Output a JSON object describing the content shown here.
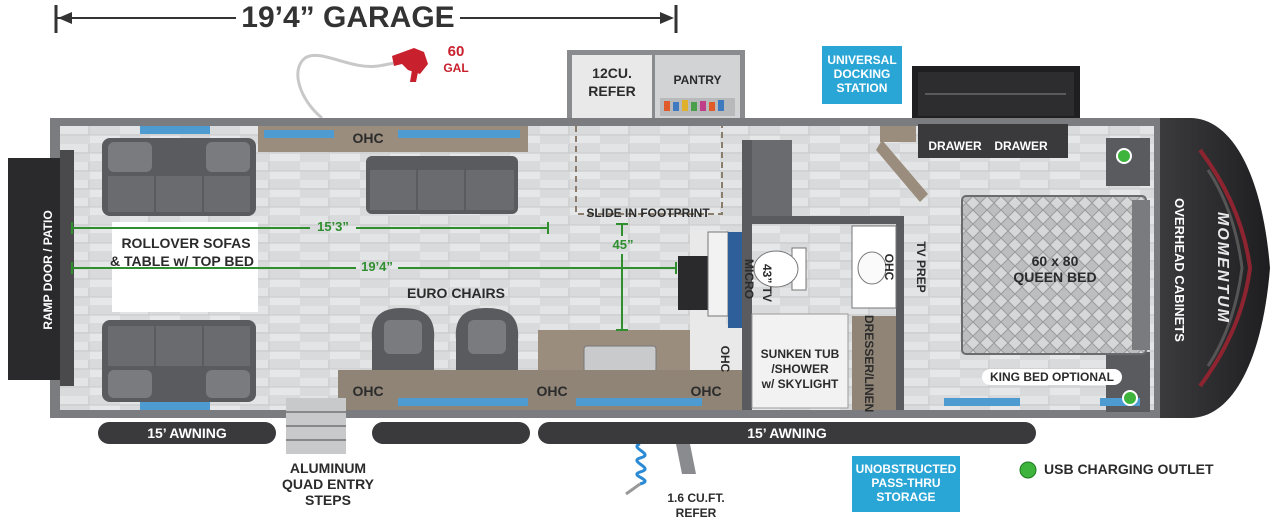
{
  "garage": {
    "label": "19’4” GARAGE"
  },
  "fuel": {
    "amount": "60",
    "unit": "GAL"
  },
  "appliances": {
    "refer": {
      "line1": "12CU.",
      "line2": "REFER"
    },
    "pantry": "PANTRY",
    "tv": "43” TV",
    "micro": "MICRO",
    "outdoor_refer": {
      "line1": "1.6 CU.FT.",
      "line2": "REFER"
    }
  },
  "badges": {
    "docking": {
      "line1": "UNIVERSAL",
      "line2": "DOCKING",
      "line3": "STATION"
    },
    "storage": {
      "line1": "UNOBSTRUCTED",
      "line2": "PASS-THRU",
      "line3": "STORAGE"
    }
  },
  "rooms": {
    "drawer_left": "DRAWER",
    "drawer_right": "DRAWER",
    "overhead_cabinets": "OVERHEAD CABINETS",
    "queen_bed": {
      "line1": "60 x 80",
      "line2": "QUEEN BED"
    },
    "king_bed": "KING BED OPTIONAL",
    "tv_prep": "TV PREP",
    "bath_ohc": "OHC",
    "dresser": "DRESSER/LINEN",
    "tub": {
      "line1": "SUNKEN TUB",
      "line2": "/SHOWER",
      "line3": "w/ SKYLIGHT"
    },
    "slide_footprint": "SLIDE IN FOOTPRINT",
    "euro_chairs": "EURO CHAIRS",
    "sofas": {
      "line1": "ROLLOVER SOFAS",
      "line2": "& TABLE w/ TOP BED"
    },
    "ramp_door": "RAMP DOOR / PATIO",
    "ohc_top": "OHC",
    "ohc_bottom_1": "OHC",
    "ohc_bottom_2": "OHC",
    "ohc_bottom_3": "OHC",
    "ohc_kitchen": "OHC"
  },
  "dimensions": {
    "width_1": "15’3”",
    "width_2": "19’4”",
    "depth": "45”"
  },
  "awnings": {
    "left": "15’ AWNING",
    "right": "15’ AWNING"
  },
  "steps": {
    "line1": "ALUMINUM",
    "line2": "QUAD ENTRY",
    "line3": "STEPS"
  },
  "legend": {
    "usb": "USB CHARGING OUTLET"
  },
  "brand": {
    "logo_text": "MOMENTUM"
  },
  "colors": {
    "usb_green": "#3fb43c",
    "dimension_green": "#2f8f2f",
    "badge_blue": "#2aa6d6",
    "fuel_red": "#c8202c"
  }
}
